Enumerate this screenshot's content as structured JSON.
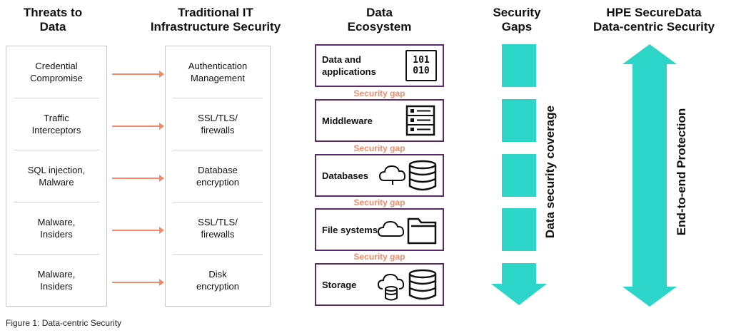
{
  "headers": {
    "threats": "Threats to\nData",
    "traditional": "Traditional IT\nInfrastructure Security",
    "ecosystem": "Data\nEcosystem",
    "gaps": "Security\nGaps",
    "hpe": "HPE SecureData\nData-centric Security"
  },
  "threats": [
    "Credential\nCompromise",
    "Traffic\nInterceptors",
    "SQL injection,\nMalware",
    "Malware,\nInsiders",
    "Malware,\nInsiders"
  ],
  "traditional": [
    "Authentication\nManagement",
    "SSL/TLS/\nfirewalls",
    "Database\nencryption",
    "SSL/TLS/\nfirewalls",
    "Disk\nencryption"
  ],
  "ecosystem": [
    {
      "label": "Data and\napplications",
      "icon": "binary-data-icon",
      "binary_top": "101",
      "binary_bottom": "010"
    },
    {
      "label": "Middleware",
      "icon": "server-list-icon"
    },
    {
      "label": "Databases",
      "icon": "cloud-database-icon"
    },
    {
      "label": "File systems",
      "icon": "cloud-folder-icon"
    },
    {
      "label": "Storage",
      "icon": "cloud-storage-icon"
    }
  ],
  "security_gap_label": "Security gap",
  "gap_arrow_label": "Data security coverage",
  "protection_arrow_label": "End-to-end Protection",
  "caption": "Figure 1: Data-centric Security",
  "colors": {
    "accent_orange": "#f28a6a",
    "teal": "#2dd4c8",
    "box_border": "#5a2a6b"
  }
}
